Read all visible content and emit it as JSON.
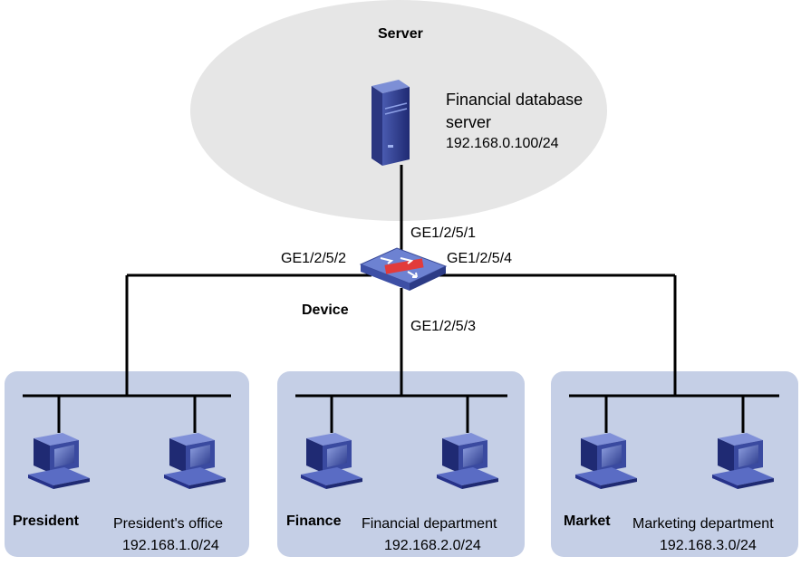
{
  "server_zone": {
    "title": "Server",
    "server": {
      "name_line1": "Financial database",
      "name_line2": "server",
      "ip": "192.168.0.100/24"
    }
  },
  "device": {
    "label": "Device",
    "ports": {
      "up": "GE1/2/5/1",
      "left": "GE1/2/5/2",
      "down": "GE1/2/5/3",
      "right": "GE1/2/5/4"
    }
  },
  "groups": [
    {
      "host_label": "President",
      "dept_label": "President's office",
      "subnet": "192.168.1.0/24"
    },
    {
      "host_label": "Finance",
      "dept_label": "Financial department",
      "subnet": "192.168.2.0/24"
    },
    {
      "host_label": "Market",
      "dept_label": "Marketing department",
      "subnet": "192.168.3.0/24"
    }
  ],
  "colors": {
    "server_zone": "#e6e6e6",
    "lan_panel": "#c5cfe6",
    "link": "#000000",
    "switch_body": "#5f74c4",
    "switch_accent": "#e23b3b"
  }
}
